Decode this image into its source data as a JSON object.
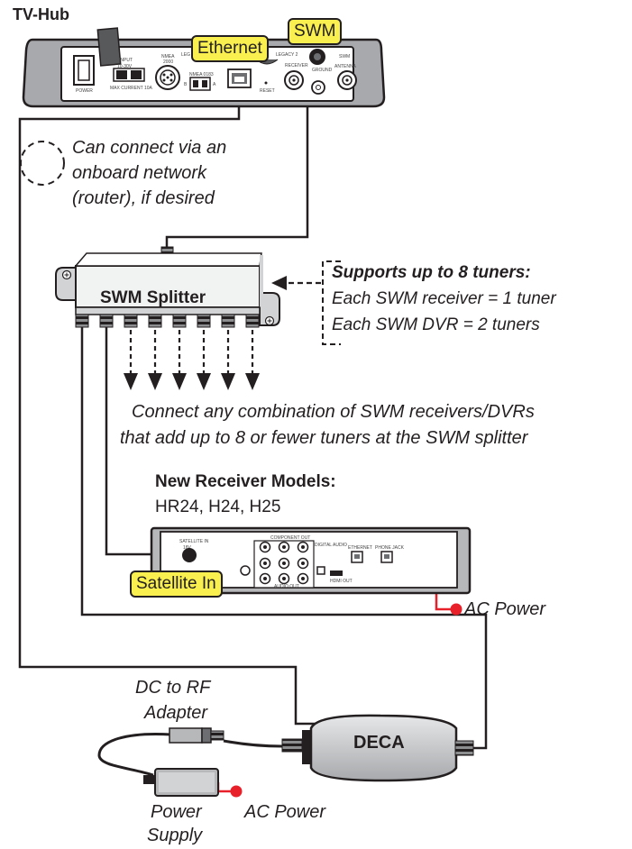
{
  "tvhub": {
    "title": "TV-Hub",
    "panel_labels": {
      "power": "POWER",
      "input": "INPUT",
      "input_voltage": "10-30V",
      "max_current": "MAX CURRENT 10A",
      "nmea2000": "NMEA 2000",
      "nmea0183": "NMEA 0183",
      "nmea_b": "B",
      "nmea_a": "A",
      "leg": "LEG",
      "reset": "RESET",
      "legacy2": "LEGACY 2",
      "receiver": "RECEIVER",
      "ground": "GROUND",
      "swm_port": "SWM",
      "antenna": "ANTENNA"
    },
    "ethernet_label": "Ethernet",
    "swm_label": "SWM"
  },
  "network_note": [
    "Can connect via an",
    "onboard network",
    "(router), if desired"
  ],
  "splitter": {
    "label": "SWM Splitter",
    "support_title": "Supports up to 8 tuners:",
    "support_lines": [
      "Each SWM receiver = 1 tuner",
      "Each SWM DVR = 2 tuners"
    ]
  },
  "connect_note": [
    "Connect any combination of SWM receivers/DVRs",
    "that add up to 8 or fewer tuners at the SWM splitter"
  ],
  "receiver": {
    "title": "New Receiver Models:",
    "models": "HR24, H24, H25",
    "satellite_in": "Satellite In",
    "ac_power": "AC Power",
    "panel_labels": {
      "sat_in": "SATELLITE IN",
      "component_out": "COMPONENT OUT",
      "audio_out": "AUDIO OUT",
      "digital_audio": "DIGITAL AUDIO",
      "hdmi_out": "HDMI OUT",
      "ethernet": "ETHERNET",
      "phone_jack": "PHONE JACK"
    }
  },
  "adapter": {
    "label": [
      "DC to RF",
      "Adapter"
    ]
  },
  "deca": {
    "label": "DECA"
  },
  "power_supply": {
    "label": [
      "Power",
      "Supply"
    ],
    "ac_power": "AC Power"
  },
  "colors": {
    "callout": "#f9ef4f",
    "ac_dot": "#e8202a",
    "device_gray": "#b7b8ba",
    "line": "#231f20"
  }
}
